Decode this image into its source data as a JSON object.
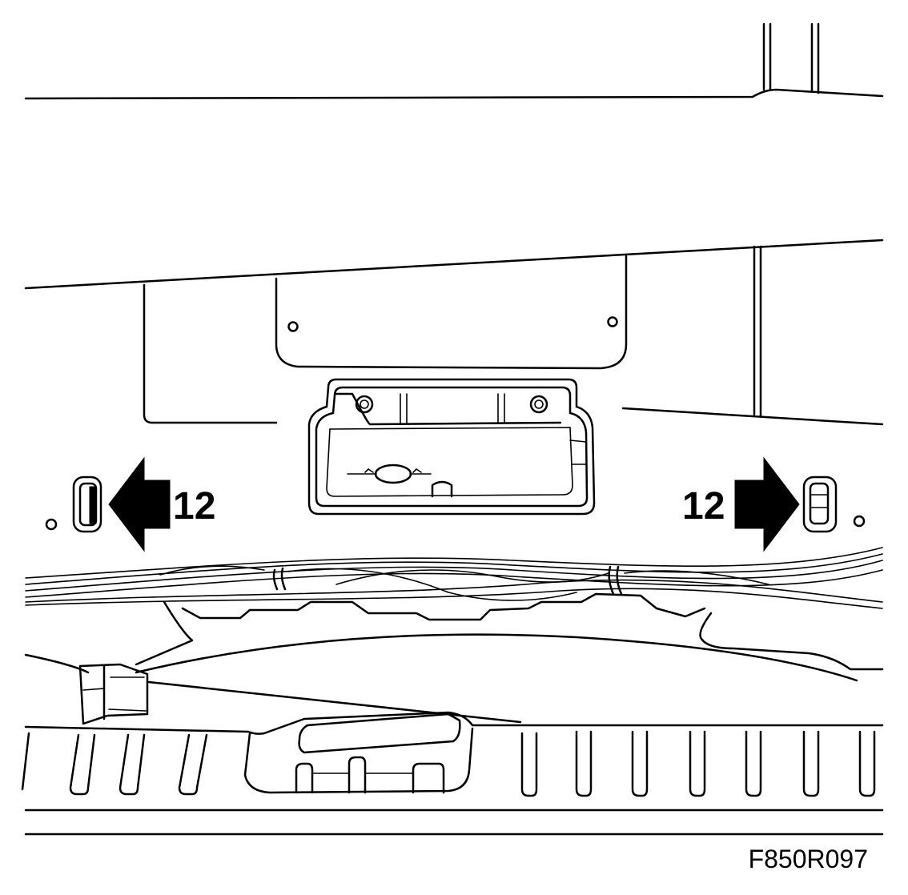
{
  "callouts": {
    "left_label": "12",
    "right_label": "12"
  },
  "figure_code": "F850R097",
  "colors": {
    "line": "#000000",
    "background": "#ffffff"
  }
}
